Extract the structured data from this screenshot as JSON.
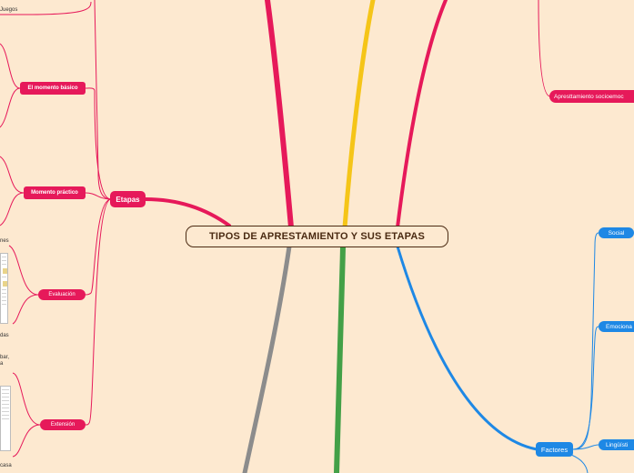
{
  "root": {
    "title": "TIPOS DE APRESTAMIENTO Y SUS ETAPAS"
  },
  "branches": {
    "etapas": {
      "label": "Etapas",
      "children": {
        "juegos": "Juegos",
        "momento_basico": "El momento básico",
        "momento_practico": "Momento práctico",
        "evaluacion": "Evaluación",
        "extension": "Extensión"
      }
    },
    "socioemocional": {
      "label": "Apresttamiento socioemoc"
    },
    "factores": {
      "label": "Factores",
      "children": {
        "social": "Social",
        "emocional": "Emociona",
        "linguistico": "Lingüísti"
      }
    }
  },
  "fragments": {
    "nes": "nes",
    "das": "das",
    "bar_line1": "bar,",
    "bar_line2": "a",
    "casa": "casa"
  },
  "colors": {
    "background": "#fde9d0",
    "pink": "#e6195a",
    "blue": "#1e88e5",
    "yellow": "#f5c518",
    "green": "#43a047",
    "gray": "#8c8c8c",
    "root_border": "#4a2a12"
  }
}
